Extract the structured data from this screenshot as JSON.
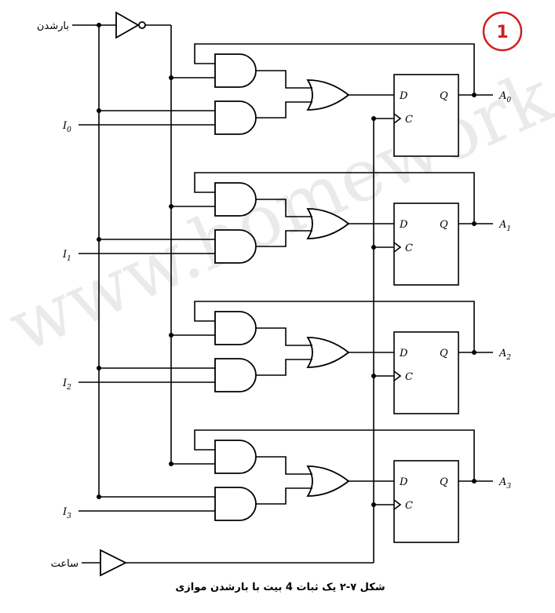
{
  "watermark": "www.homework",
  "badge": {
    "number": "1",
    "color": "#d11f1f"
  },
  "signals": {
    "load": "بارشدن",
    "clock": "ساعت",
    "inputs": [
      {
        "base": "I",
        "sub": "0"
      },
      {
        "base": "I",
        "sub": "1"
      },
      {
        "base": "I",
        "sub": "2"
      },
      {
        "base": "I",
        "sub": "3"
      }
    ],
    "outputs": [
      {
        "base": "A",
        "sub": "0"
      },
      {
        "base": "A",
        "sub": "1"
      },
      {
        "base": "A",
        "sub": "2"
      },
      {
        "base": "A",
        "sub": "3"
      }
    ]
  },
  "flipflop": {
    "d": "D",
    "q": "Q",
    "c": "C"
  },
  "caption": "شکل ۷-۲ یک ثبات 4 بیت با بارشدن موازی"
}
